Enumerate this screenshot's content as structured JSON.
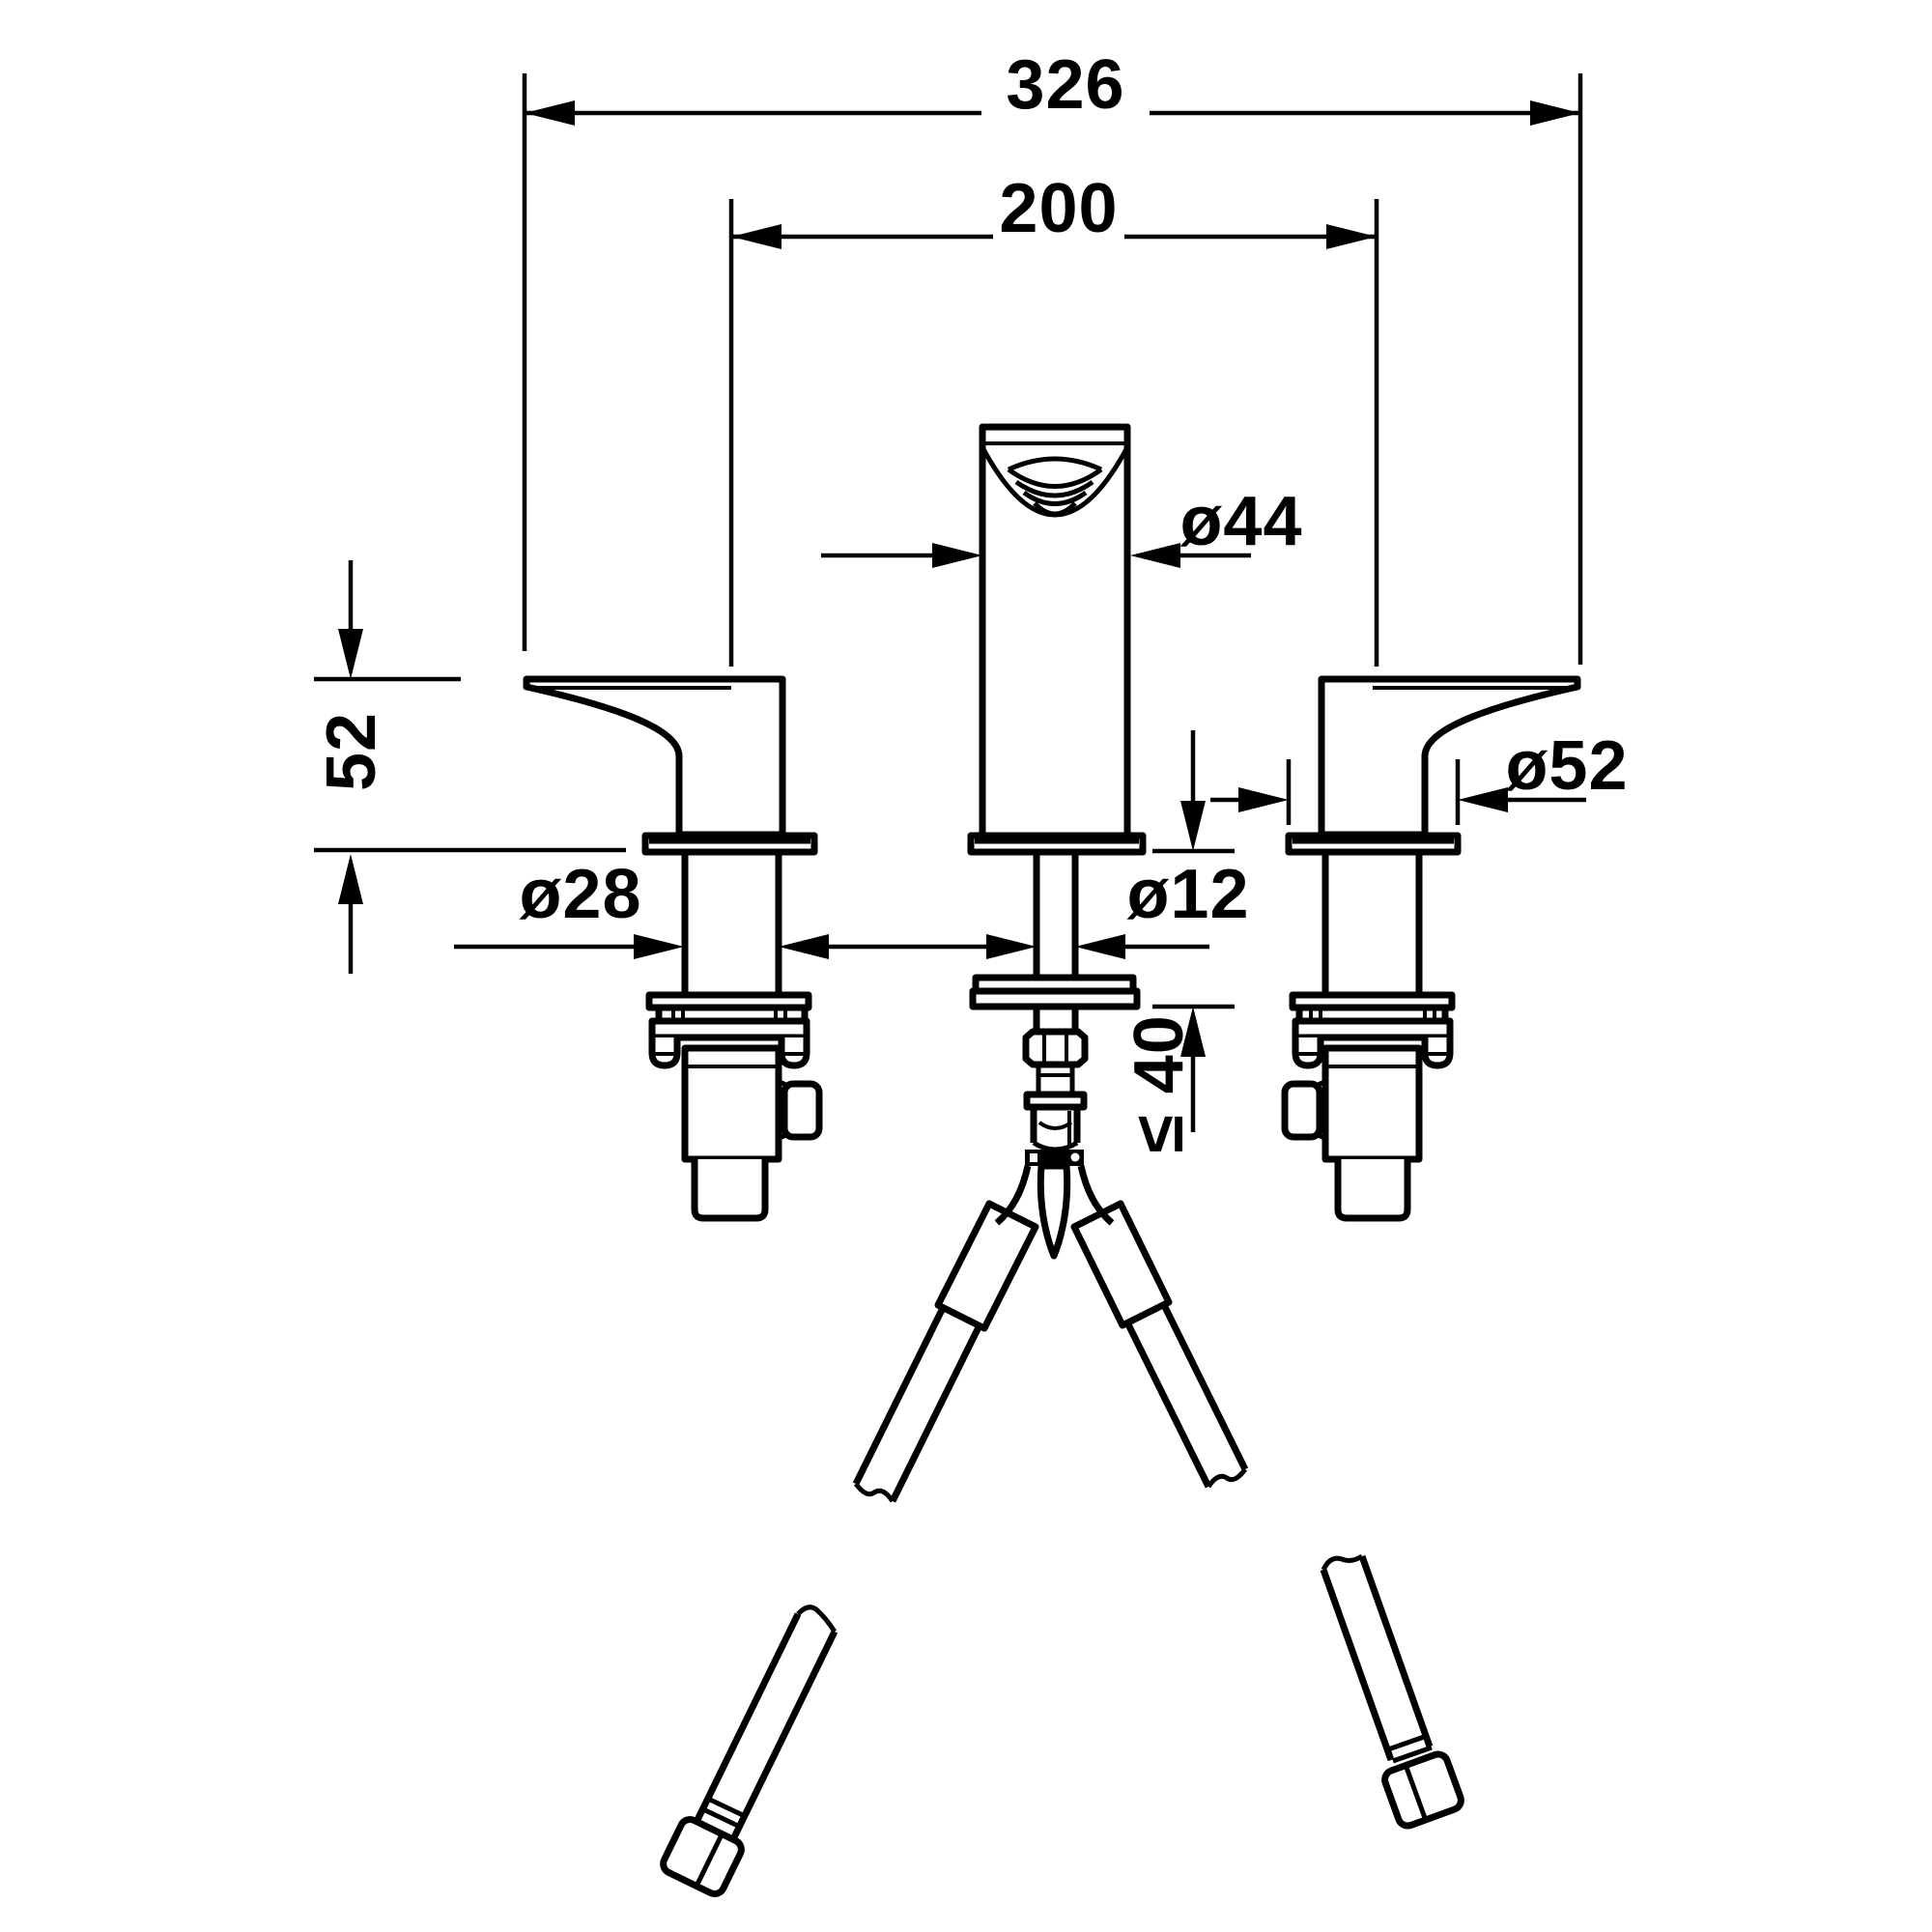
{
  "drawing": {
    "type": "technical-dimension-drawing",
    "subject": "three-hole-basin-mixer-front-elevation-with-supply-hoses",
    "colors": {
      "line": "#000000",
      "background": "#ffffff"
    }
  },
  "dimensions": {
    "overall_width": "326",
    "hole_spacing": "200",
    "spout_diameter": "ø44",
    "handle_escutcheon_diameter": "ø52",
    "shank_diameter": "ø28",
    "stem_diameter": "ø12",
    "handle_height": "52",
    "max_deck_thickness": "≤ 40"
  }
}
